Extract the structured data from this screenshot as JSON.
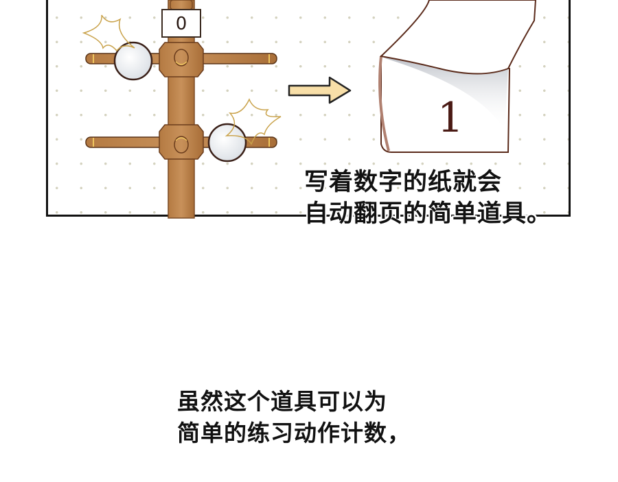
{
  "panel": {
    "counter_top_label": "0",
    "flip_page_number": "1",
    "caption_lines": [
      "写着数字的纸就会",
      "自动翻页的简单道具。"
    ]
  },
  "narration": {
    "lines": [
      "虽然这个道具可以为",
      "简单的练习动作计数，"
    ]
  },
  "colors": {
    "wood": "#c08a52",
    "wood_dark": "#8a5a30",
    "arrow_fill": "#f8dfa8",
    "dot": "#d4d2bf",
    "outline": "#111111"
  }
}
